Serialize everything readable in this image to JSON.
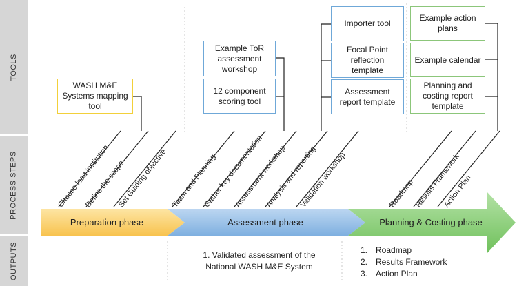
{
  "rows": {
    "tools": "TOOLS",
    "process_steps": "PROCESS STEPS",
    "outputs": "OUTPUTS"
  },
  "tools": {
    "mapping_tool": "WASH M&E Systems mapping tool",
    "tor_workshop": "Example ToR assessment workshop",
    "scoring_tool": "12 component scoring tool",
    "importer_tool": "Importer tool",
    "focal_point": "Focal Point reflection template",
    "assessment_report": "Assessment report template",
    "action_plans": "Example action plans",
    "calendar": "Example calendar",
    "costing_report": "Planning and costing report template"
  },
  "steps": {
    "lead_institution": "Choose lead institution",
    "define_scope": "Define the scope",
    "guiding_objective": "Set Guiding objective",
    "team_planning": "Team and Planning",
    "key_documentation": "Gather key documentation",
    "assessment_workshop": "Assessment workshop",
    "analysis_reporting": "Analysis and reporting",
    "validation_workshop": "Validation workshop",
    "roadmap": "Roadmap",
    "results_framework": "Results Framework",
    "action_plan": "Action Plan"
  },
  "phases": {
    "preparation": "Preparation phase",
    "assessment": "Assessment phase",
    "planning": "Planning & Costing phase"
  },
  "outputs": {
    "assessment": "1. Validated assessment of the National WASH M&E System",
    "planning": [
      {
        "num": "1.",
        "text": "Roadmap"
      },
      {
        "num": "2.",
        "text": "Results Framework"
      },
      {
        "num": "3.",
        "text": "Action Plan"
      }
    ]
  },
  "colors": {
    "preparation": "#fcd57a",
    "assessment": "#9cc2e8",
    "planning": "#8fd07f",
    "row_label_bg": "#d6d6d6"
  }
}
